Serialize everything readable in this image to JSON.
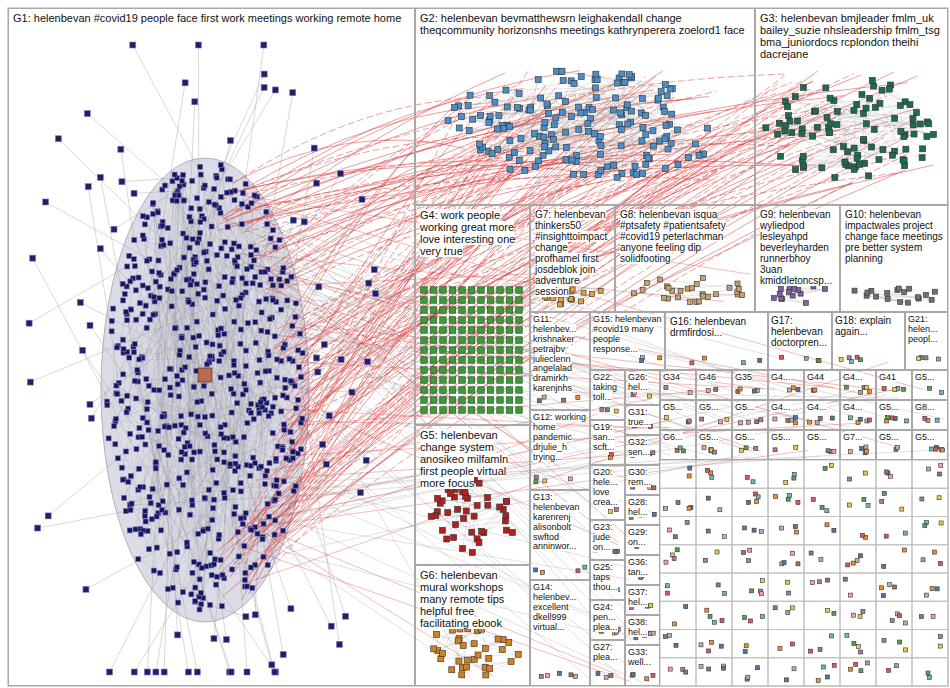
{
  "diagram": {
    "nodes": [
      {
        "text": [
          "G1: helenbevan #covid19 people face first work meetings working remote home"
        ]
      },
      {
        "text": [
          "G2: helenbevan bevmatthewsrn leighakendall change theqcommunity horizonsnhs meetings kathrynperera zoelord1 face"
        ]
      },
      {
        "text": [
          "G3: helenbevan bmjleader fmlm_uk bailey_suzie nhsleadership fmlm_tsg bma_juniordocs rcplondon theihi dacrejane"
        ]
      },
      {
        "text": [
          "G4: work people working great more love interesting one very true"
        ]
      },
      {
        "text": [
          "G7: helenbevan thinkers50 #insighttoimpact change profhamel first josdeblok join adventure session"
        ]
      },
      {
        "text": [
          "G8: helenbevan isqua #ptsafety #patientsafety #covid19 peterlachman anyone feeling dip solidfooting"
        ]
      },
      {
        "text": [
          "G9: helenbevan wyliedpod lesleyahpd beverleyharden runnerbhoy 3uan kmiddletoncsp..."
        ]
      },
      {
        "text": [
          "G10: helenbevan impactwales project change face meetings pre better system planning"
        ]
      },
      {
        "text": [
          "G11: helenbev... krishnaker petrajbv julieclenn angelalad dramirkh karenjnhs"
        ]
      },
      {
        "text": [
          "G15: helenbevan #covid19 many people response..."
        ]
      },
      {
        "text": [
          "G16: helenbevan drmfirdosi..."
        ]
      },
      {
        "text": [
          "G17: helenbevan doctorpren..."
        ]
      },
      {
        "text": [
          "G18: explain again..."
        ]
      },
      {
        "text": [
          "G21: helen... peopl..."
        ]
      },
      {
        "text": [
          "G22: taking toll..."
        ]
      },
      {
        "text": [
          "G26: hel..."
        ]
      },
      {
        "text": [
          "G34"
        ]
      },
      {
        "text": [
          "G46"
        ]
      },
      {
        "text": [
          "G35"
        ]
      },
      {
        "text": [
          "G4..."
        ]
      },
      {
        "text": [
          "G44"
        ]
      },
      {
        "text": [
          "G4..."
        ]
      },
      {
        "text": [
          "G41"
        ]
      },
      {
        "text": [
          "G5..."
        ]
      },
      {
        "text": [
          "G5..."
        ]
      },
      {
        "text": [
          "G5..."
        ]
      },
      {
        "text": [
          "G5..."
        ]
      },
      {
        "text": [
          "G4..."
        ]
      },
      {
        "text": [
          "G4..."
        ]
      },
      {
        "text": [
          "G4..."
        ]
      },
      {
        "text": [
          "G5..."
        ]
      },
      {
        "text": [
          "G8..."
        ]
      },
      {
        "text": [
          "G6..."
        ]
      },
      {
        "text": [
          "G5..."
        ]
      },
      {
        "text": [
          "G5..."
        ]
      },
      {
        "text": [
          "G5..."
        ]
      },
      {
        "text": [
          "G5..."
        ]
      },
      {
        "text": [
          "G7..."
        ]
      },
      {
        "text": [
          "G5..."
        ]
      },
      {
        "text": [
          "G5..."
        ]
      },
      {
        "text": [
          "G5: helenbevan change system anosikeo milfamln first people virtual more focus"
        ]
      },
      {
        "text": [
          "G19: san... scft..."
        ]
      },
      {
        "text": [
          "G31: true..."
        ]
      },
      {
        "text": [
          "G32: sen..."
        ]
      },
      {
        "text": [
          "G12: working home pandemic drjulie_h trying..."
        ]
      },
      {
        "text": [
          "G20: hele... love crea..."
        ]
      },
      {
        "text": [
          "G30: rem..."
        ]
      },
      {
        "text": [
          "G28: hel..."
        ]
      },
      {
        "text": [
          "G23: jude on..."
        ]
      },
      {
        "text": [
          "G29: on..."
        ]
      },
      {
        "text": [
          "G13: helenbevan karenrenj alisonbolt swftod anninwor..."
        ]
      },
      {
        "text": [
          "G25: taps thou..."
        ]
      },
      {
        "text": [
          "G36: tan..."
        ]
      },
      {
        "text": [
          "G6: helenbevan mural workshops many remote tips helpful free facilitating ebook"
        ]
      },
      {
        "text": [
          "G37: hel..."
        ]
      },
      {
        "text": [
          "G24: pen... plea..."
        ]
      },
      {
        "text": [
          "G14: helenbev... excellent dkell999 virtual..."
        ]
      },
      {
        "text": [
          "G38: hel..."
        ]
      },
      {
        "text": [
          "G27: plea..."
        ]
      },
      {
        "text": [
          "G33: well..."
        ]
      }
    ]
  }
}
